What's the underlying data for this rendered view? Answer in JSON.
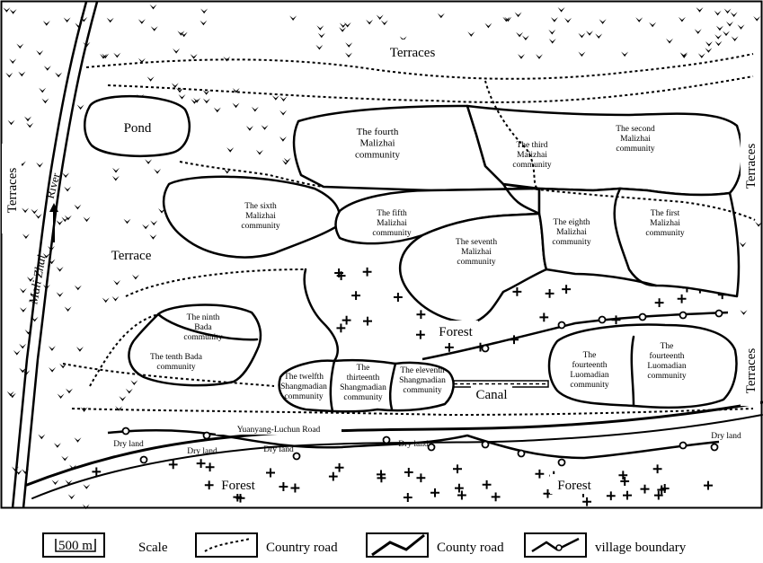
{
  "labels": {
    "terraces_top": "Terraces",
    "terraces_left": "Terraces",
    "terraces_right_top": "Terraces",
    "terraces_right_bottom": "Terraces",
    "terrace": "Terrace",
    "pond": "Pond",
    "river": "River",
    "mali_zhai": "Mali Zhai",
    "forest_mid": "Forest",
    "forest_bottom_left": "Forest",
    "forest_bottom_right": "Forest",
    "canal": "Canal",
    "road_name": "Yuanyang-Luchun Road",
    "dry_land": [
      "Dry land",
      "Dry land",
      "Dry land",
      "Dry land",
      "Dry land"
    ]
  },
  "communities": [
    {
      "id": "fourth-malizhai",
      "lines": [
        "The fourth",
        "Malizhai",
        "community"
      ]
    },
    {
      "id": "third-malizhai",
      "lines": [
        "The third",
        "Malizhai",
        "community"
      ]
    },
    {
      "id": "second-malizhai",
      "lines": [
        "The second",
        "Malizhai",
        "community"
      ]
    },
    {
      "id": "sixth-malizhai",
      "lines": [
        "The sixth",
        "Malizhai",
        "community"
      ]
    },
    {
      "id": "fifth-malizhai",
      "lines": [
        "The fifth",
        "Malizhai",
        "community"
      ]
    },
    {
      "id": "seventh-malizhai",
      "lines": [
        "The seventh",
        "Malizhai",
        "community"
      ]
    },
    {
      "id": "eighth-malizhai",
      "lines": [
        "The eighth",
        "Malizhai",
        "community"
      ]
    },
    {
      "id": "first-malizhai",
      "lines": [
        "The first",
        "Malizhai",
        "community"
      ]
    },
    {
      "id": "ninth-bada",
      "lines": [
        "The ninth",
        "Bada",
        "community"
      ]
    },
    {
      "id": "tenth-bada",
      "lines": [
        "The tenth Bada",
        "community"
      ]
    },
    {
      "id": "twelfth-shangmadian",
      "lines": [
        "The twelfth",
        "Shangmadian",
        "community"
      ]
    },
    {
      "id": "thirteenth-shangmadian",
      "lines": [
        "The",
        "thirteenth",
        "Shangmadian",
        "community"
      ]
    },
    {
      "id": "eleventh-shangmadian",
      "lines": [
        "The eleventh",
        "Shangmadian",
        "community"
      ]
    },
    {
      "id": "fourteenth-luomadian-a",
      "lines": [
        "The",
        "fourteenth",
        "Luomadian",
        "community"
      ]
    },
    {
      "id": "fourteenth-luomadian-b",
      "lines": [
        "The",
        "fourteenth",
        "Luomadian",
        "community"
      ]
    }
  ],
  "legend": {
    "scale_value": "500 m",
    "scale_label": "Scale",
    "country_road": "Country road",
    "county_road": "County road",
    "village_boundary": "village boundary"
  }
}
